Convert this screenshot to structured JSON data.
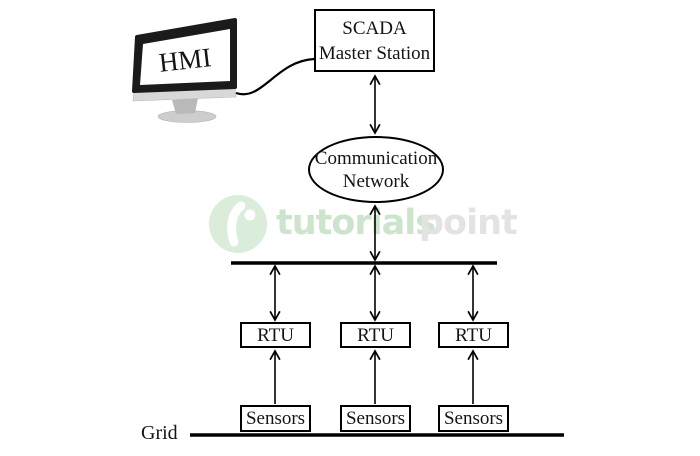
{
  "diagram": {
    "title_implicit": "SCADA system architecture",
    "hmi": {
      "label": "HMI"
    },
    "scada_master_station": {
      "line1": "SCADA",
      "line2": "Master Station"
    },
    "communication_network": {
      "line1": "Communication",
      "line2": "Network"
    },
    "rtus": [
      {
        "label": "RTU"
      },
      {
        "label": "RTU"
      },
      {
        "label": "RTU"
      }
    ],
    "sensors": [
      {
        "label": "Sensors"
      },
      {
        "label": "Sensors"
      },
      {
        "label": "Sensors"
      }
    ],
    "grid": {
      "label": "Grid"
    }
  },
  "watermark": {
    "logo_icon": "tutorialspoint-logo",
    "text_primary": "tutorials",
    "text_secondary": "point",
    "circle_color": "#daecda",
    "glyph_color": "#ffffff",
    "primary_color": "#cbe4cb",
    "secondary_color": "#e3e3e3"
  },
  "colors": {
    "line": "#000000",
    "box_fill": "#ffffff",
    "text": "#141414",
    "monitor_bezel": "#1b1b1b",
    "monitor_chin": "#d8d8d8",
    "background": "#ffffff"
  }
}
